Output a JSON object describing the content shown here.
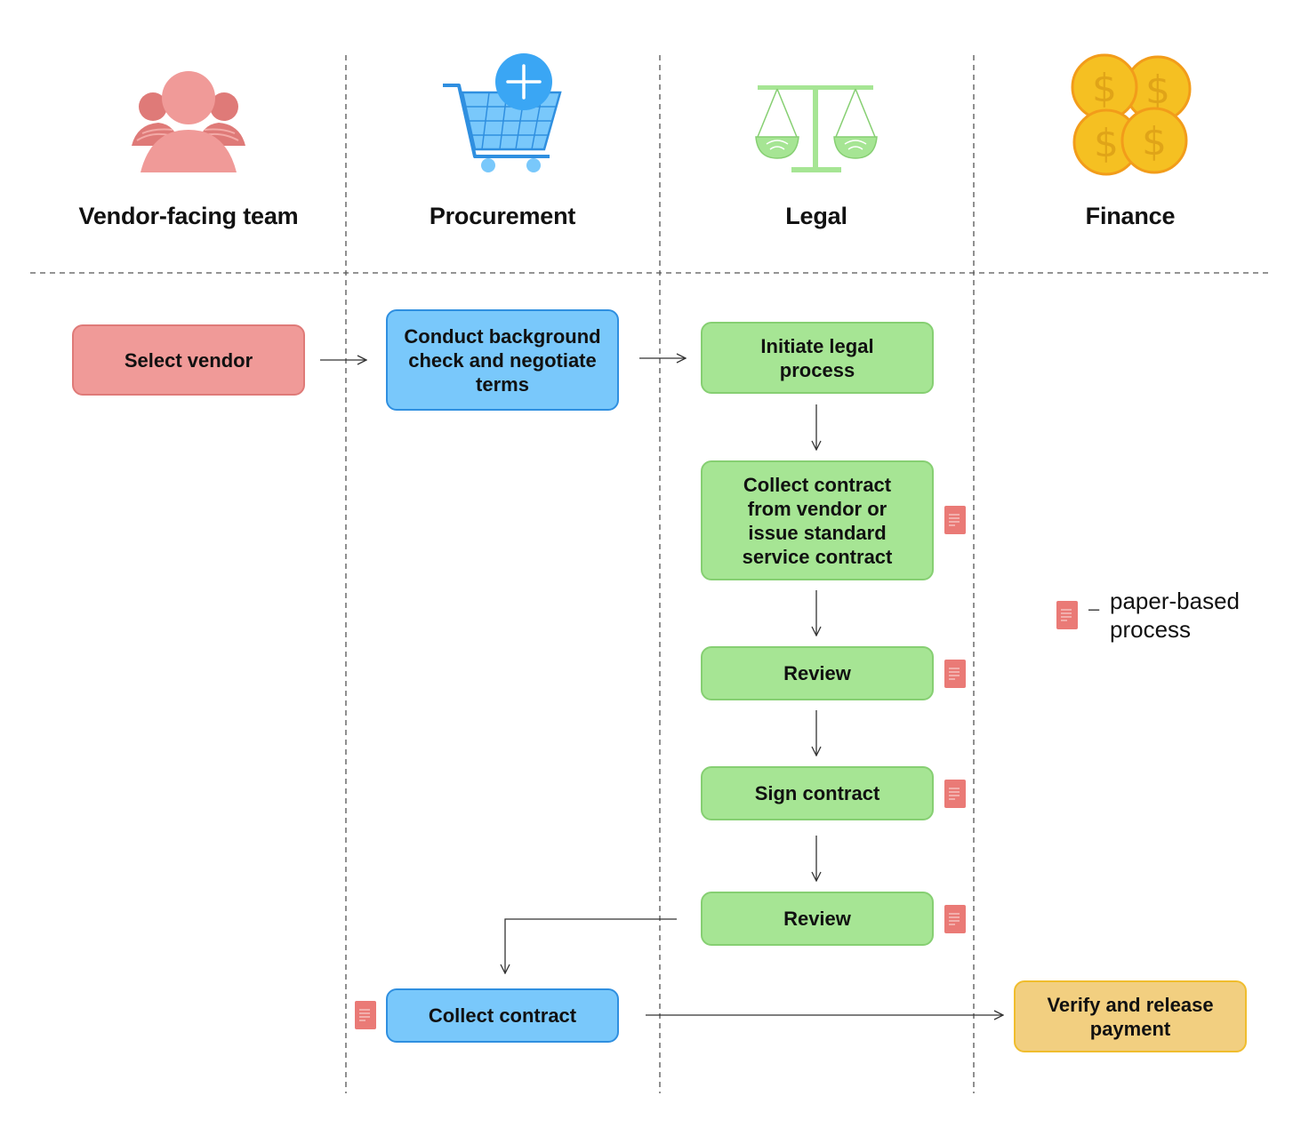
{
  "lanes": [
    {
      "id": "vendor",
      "label": "Vendor-facing team",
      "icon": "team-icon"
    },
    {
      "id": "procurement",
      "label": "Procurement",
      "icon": "shopping-cart-plus-icon"
    },
    {
      "id": "legal",
      "label": "Legal",
      "icon": "balance-scale-icon"
    },
    {
      "id": "finance",
      "label": "Finance",
      "icon": "coins-icon"
    }
  ],
  "steps": {
    "select_vendor": "Select vendor",
    "conduct_check": "Conduct background check and negotiate terms",
    "initiate_legal": "Initiate legal process",
    "collect_from_vendor": "Collect contract from vendor or issue standard service contract",
    "review_1": "Review",
    "sign_contract": "Sign contract",
    "review_2": "Review",
    "collect_contract": "Collect contract",
    "verify_release": "Verify and release payment"
  },
  "legend": {
    "dash": "–",
    "label": "paper-based process",
    "icon": "paper-document-icon"
  },
  "colors": {
    "vendor_box": "#f09a98",
    "procurement_box": "#79c8fb",
    "legal_box": "#a6e594",
    "finance_box": "#f2cf80",
    "document": "#ea7a76"
  }
}
